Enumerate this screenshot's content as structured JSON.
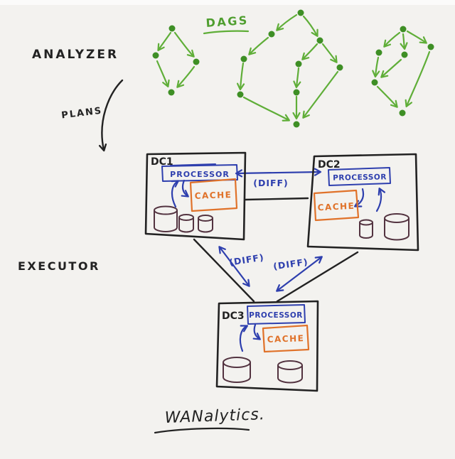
{
  "title": "WANalytics.",
  "colors": {
    "paper": "#f3f2ef",
    "ink": "#222222",
    "green": "#5fae38",
    "green_node": "#3e8f25",
    "blue": "#2e3fae",
    "orange": "#e0722a",
    "database": "#533340"
  },
  "analyzer": {
    "label": "ANALYZER",
    "plans_label": "PLANS",
    "dags_title": "DAGS",
    "dag_graphs": [
      {
        "nodes": 4,
        "edges": 4
      },
      {
        "nodes": 9,
        "edges": 10
      },
      {
        "nodes": 6,
        "edges": 7
      }
    ]
  },
  "executor": {
    "label": "EXECUTOR",
    "datacenters": [
      {
        "name": "DC1",
        "processor": "PROCESSOR",
        "cache": "CACHE",
        "databases": 3
      },
      {
        "name": "DC2",
        "processor": "PROCESSOR",
        "cache": "CACHE",
        "databases": 2
      },
      {
        "name": "DC3",
        "processor": "PROCESSOR",
        "cache": "CACHE",
        "databases": 2
      }
    ],
    "links": [
      {
        "from": "DC1",
        "to": "DC2",
        "label": "(DIFF)"
      },
      {
        "from": "DC1",
        "to": "DC3",
        "label": "(DIFF)"
      },
      {
        "from": "DC2",
        "to": "DC3",
        "label": "(DIFF)"
      }
    ]
  }
}
